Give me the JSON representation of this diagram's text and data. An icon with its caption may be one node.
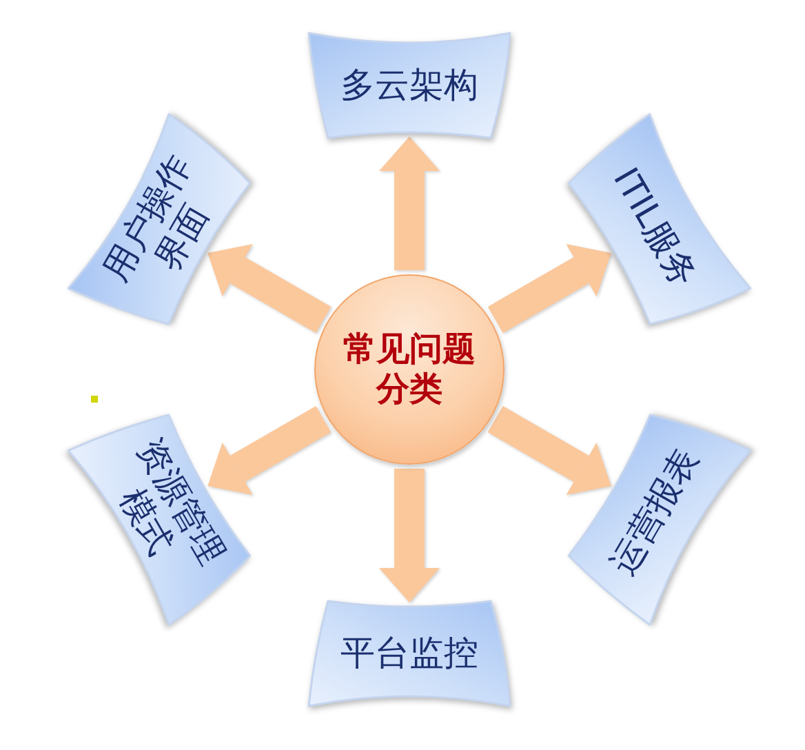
{
  "diagram": {
    "nodes": [
      {
        "text": [
          "常见问题分类"
        ]
      },
      {
        "text": [
          "多云架构"
        ]
      },
      {
        "text": [
          "ITIL服务"
        ]
      },
      {
        "text": [
          "运营报表"
        ]
      },
      {
        "text": [
          "平台监控"
        ]
      },
      {
        "text": [
          "资源管理模式"
        ]
      },
      {
        "text": [
          "用户操作界面"
        ]
      }
    ],
    "edges": [
      {
        "from": 0,
        "to": 1,
        "arrow": "to"
      },
      {
        "from": 0,
        "to": 2,
        "arrow": "to"
      },
      {
        "from": 0,
        "to": 3,
        "arrow": "to"
      },
      {
        "from": 0,
        "to": 4,
        "arrow": "to"
      },
      {
        "from": 0,
        "to": 5,
        "arrow": "to"
      },
      {
        "from": 0,
        "to": 6,
        "arrow": "to"
      }
    ]
  }
}
